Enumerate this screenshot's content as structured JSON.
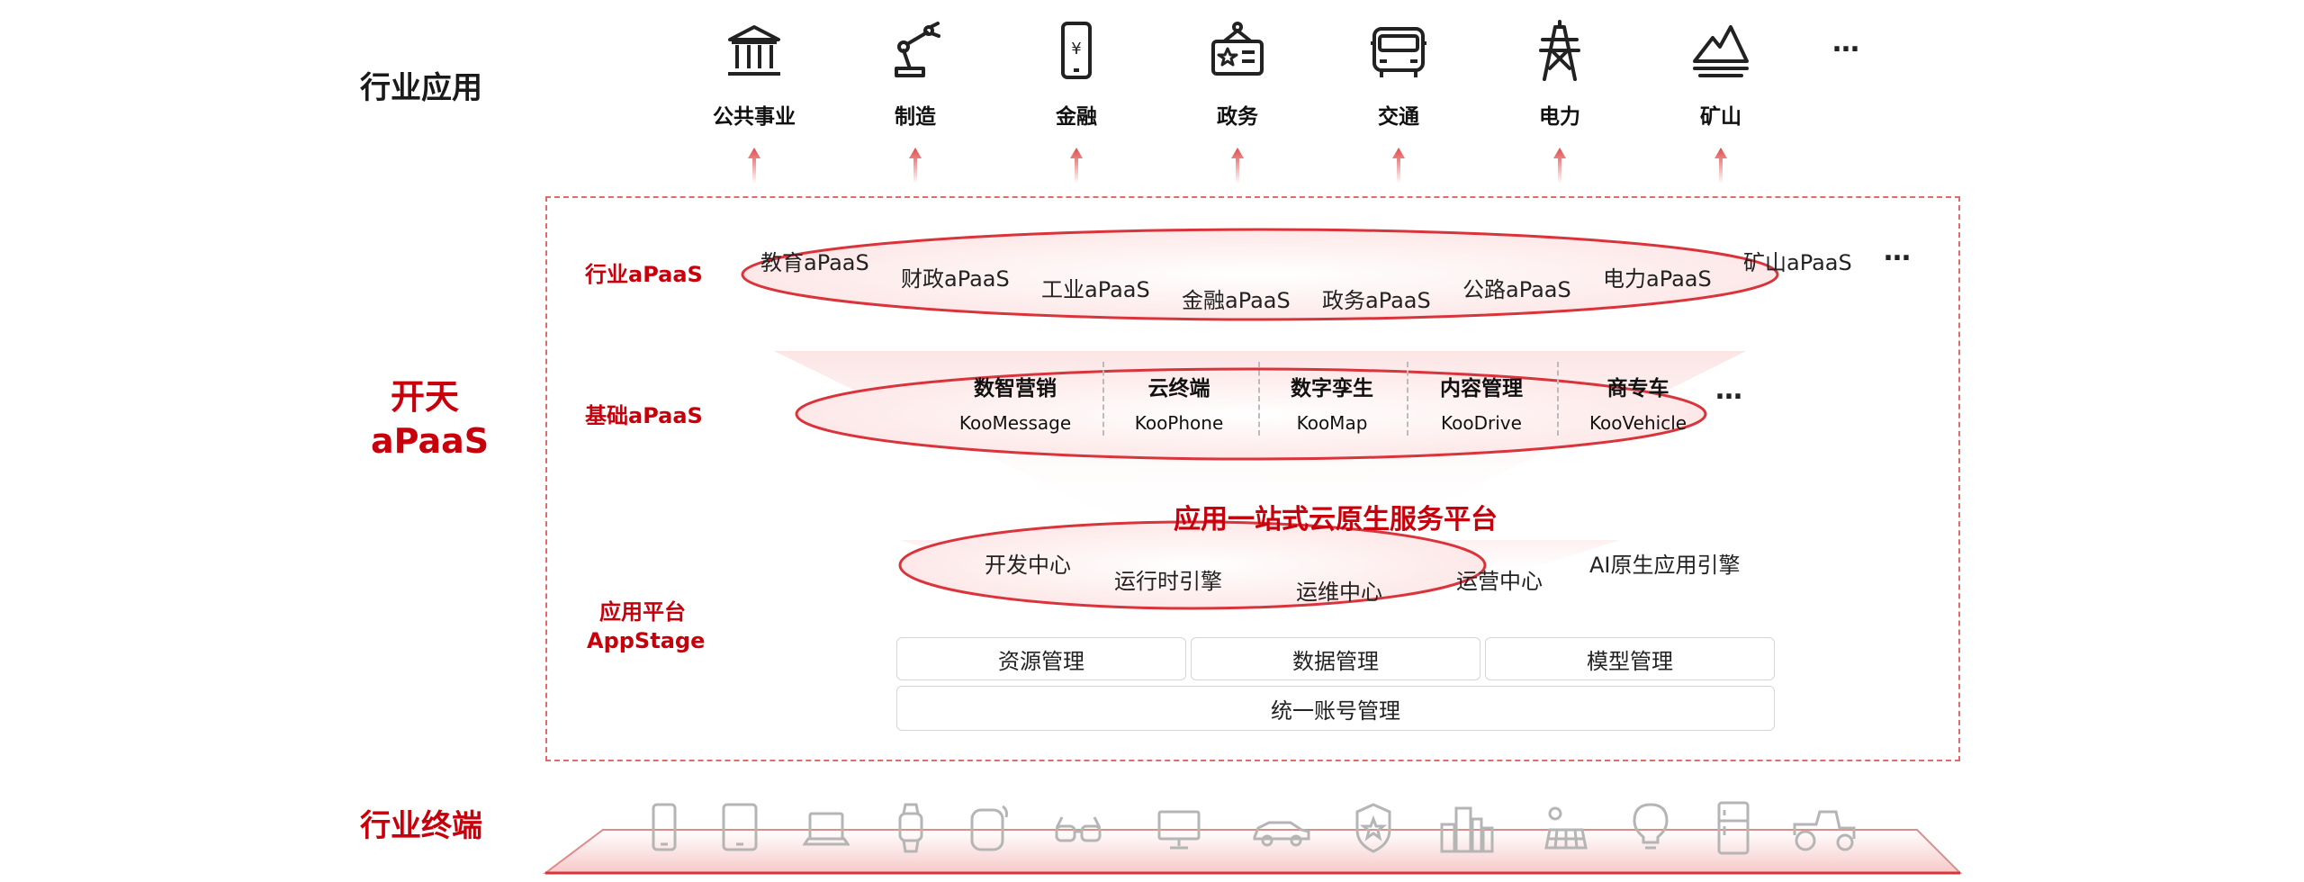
{
  "left_labels": {
    "industry_apps": "行业应用",
    "kaitian_line1": "开天",
    "kaitian_line2": "aPaaS",
    "industry_terminals": "行业终端"
  },
  "industries": [
    {
      "label": "公共事业",
      "icon": "bank-icon"
    },
    {
      "label": "制造",
      "icon": "robot-arm-icon"
    },
    {
      "label": "金融",
      "icon": "mobile-yuan-icon"
    },
    {
      "label": "政务",
      "icon": "government-badge-icon"
    },
    {
      "label": "交通",
      "icon": "bus-icon"
    },
    {
      "label": "电力",
      "icon": "power-tower-icon"
    },
    {
      "label": "矿山",
      "icon": "mountain-icon"
    }
  ],
  "industries_more": "…",
  "layers": {
    "industry_apaas": {
      "label": "行业aPaaS",
      "items": [
        "教育aPaaS",
        "财政aPaaS",
        "工业aPaaS",
        "金融aPaaS",
        "政务aPaaS",
        "公路aPaaS",
        "电力aPaaS",
        "矿山aPaaS"
      ],
      "more": "…"
    },
    "base_apaas": {
      "label": "基础aPaaS",
      "items": [
        {
          "cn": "数智营销",
          "en": "KooMessage"
        },
        {
          "cn": "云终端",
          "en": "KooPhone"
        },
        {
          "cn": "数字孪生",
          "en": "KooMap"
        },
        {
          "cn": "内容管理",
          "en": "KooDrive"
        },
        {
          "cn": "商专车",
          "en": "KooVehicle"
        }
      ],
      "more": "…"
    },
    "app_platform": {
      "label_line1": "应用平台",
      "label_line2": "AppStage",
      "title": "应用一站式云原生服务平台",
      "centers": [
        "开发中心",
        "运行时引擎",
        "运维中心",
        "运营中心",
        "AI原生应用引擎"
      ],
      "boxes": [
        "资源管理",
        "数据管理",
        "模型管理"
      ],
      "account": "统一账号管理"
    }
  },
  "terminals": [
    "phone-icon",
    "tablet-icon",
    "laptop-icon",
    "smartwatch-icon",
    "smart-speaker-icon",
    "glasses-icon",
    "monitor-icon",
    "car-icon",
    "police-badge-icon",
    "city-buildings-icon",
    "solar-panel-icon",
    "light-bulb-icon",
    "refrigerator-icon",
    "tractor-icon"
  ],
  "colors": {
    "accent": "#c7000b",
    "dashed_border": "#e26a6a",
    "device_grey": "#b5b5b5"
  }
}
